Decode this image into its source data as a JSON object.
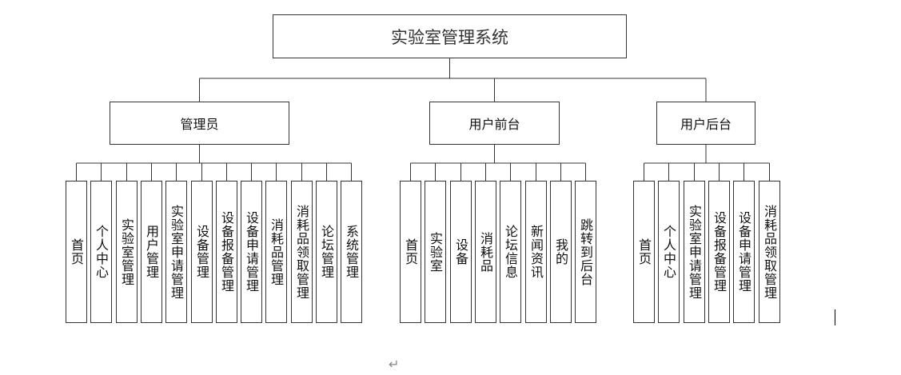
{
  "diagram": {
    "type": "org-chart",
    "root": "实验室管理系统",
    "groups": [
      {
        "label": "管理员",
        "children": [
          "首页",
          "个人中心",
          "实验室管理",
          "用户管理",
          "实验室申请管理",
          "设备管理",
          "设备报备管理",
          "设备申请管理",
          "消耗品管理",
          "消耗品领取管理",
          "论坛管理",
          "系统管理"
        ]
      },
      {
        "label": "用户前台",
        "children": [
          "首页",
          "实验室",
          "设备",
          "消耗品",
          "论坛信息",
          "新闻资讯",
          "我的",
          "跳转到后台"
        ]
      },
      {
        "label": "用户后台",
        "children": [
          "首页",
          "个人中心",
          "实验室申请管理",
          "设备报备管理",
          "设备申请管理",
          "消耗品领取管理"
        ]
      }
    ]
  },
  "document": {
    "return_mark": "↵"
  },
  "colors": {
    "line": "#333333",
    "box_border": "#333333",
    "background": "#ffffff"
  }
}
